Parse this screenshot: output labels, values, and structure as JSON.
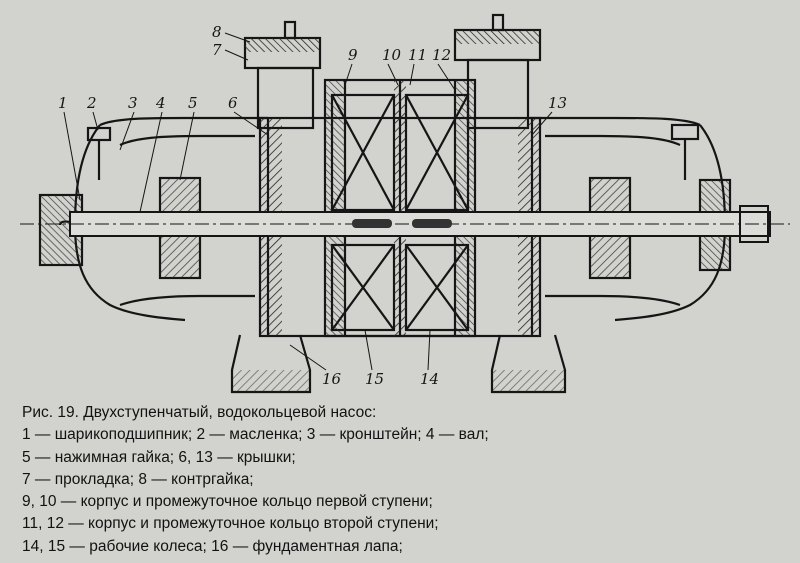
{
  "figure": {
    "part_numbers": [
      "1",
      "2",
      "3",
      "4",
      "5",
      "6",
      "7",
      "8",
      "9",
      "10",
      "11",
      "12",
      "13",
      "14",
      "15",
      "16"
    ]
  },
  "caption": {
    "lines": [
      "Рис. 19. Двухступенчатый, водокольцевой насос:",
      "1 — шарикоподшипник; 2 — масленка; 3 — кронштейн; 4 — вал;",
      "5 — нажимная гайка;  6, 13 — крышки;",
      "7 — прокладка; 8 — контргайка;",
      "9, 10 — корпус и промежуточное кольцо первой ступени;",
      "11, 12 — корпус и промежуточное кольцо второй ступени;",
      "14, 15 — рабочие колеса; 16 — фундаментная лапа;"
    ]
  },
  "colors": {
    "ink": "#151515",
    "paper": "#d2d2ce"
  }
}
